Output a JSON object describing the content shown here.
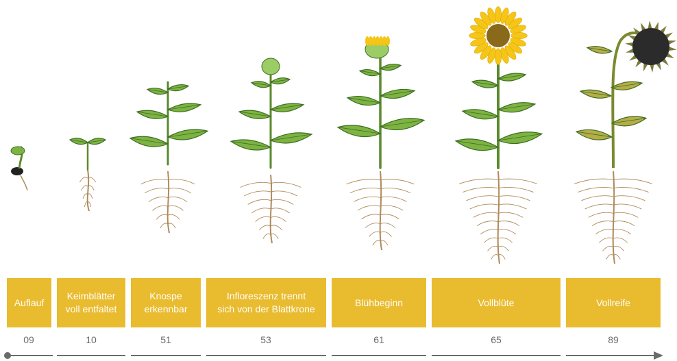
{
  "stages": [
    {
      "label": "Auflauf",
      "code": "09"
    },
    {
      "label": "Keimblätter\nvoll entfaltet",
      "code": "10"
    },
    {
      "label": "Knospe\nerkennbar",
      "code": "51"
    },
    {
      "label": "Infloreszenz trennt\nsich von der Blattkrone",
      "code": "53"
    },
    {
      "label": "Blühbeginn",
      "code": "61"
    },
    {
      "label": "Vollblüte",
      "code": "65"
    },
    {
      "label": "Vollreife",
      "code": "89"
    }
  ],
  "colors": {
    "box": "#e9bb2e",
    "leaf": "#7cb342",
    "leaf_dark": "#3f6e22",
    "stem": "#5a8a2e",
    "root": "#b08a5a",
    "petal": "#f5c518",
    "seed_head": "#2b2b2b",
    "ripe_leaf": "#b5ad47",
    "timeline": "#6b6b6b"
  }
}
